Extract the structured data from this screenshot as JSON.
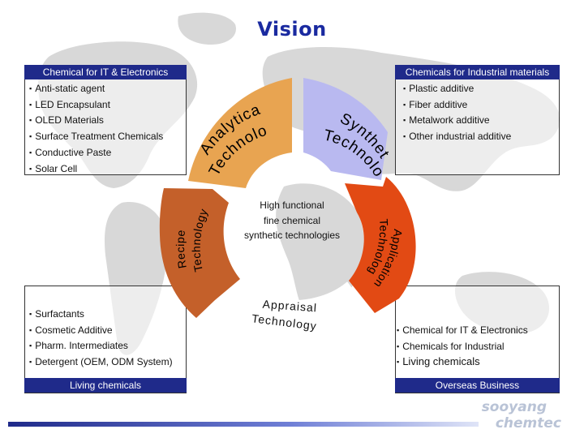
{
  "title": "Vision",
  "boxes": {
    "it_electronics": {
      "header": "Chemical for IT & Electronics",
      "items": [
        "Anti-static agent",
        "LED Encapsulant",
        "OLED Materials",
        "Surface Treatment Chemicals",
        "Conductive Paste",
        "Solar Cell"
      ]
    },
    "industrial": {
      "header": "Chemicals for Industrial materials",
      "items": [
        "Plastic additive",
        "Fiber additive",
        "Metalwork additive",
        "Other industrial additive"
      ]
    },
    "living": {
      "footer": "Living chemicals",
      "items": [
        "Surfactants",
        "Cosmetic Additive",
        "Pharm. Intermediates",
        "Detergent (OEM, ODM System)"
      ]
    },
    "overseas": {
      "footer": "Overseas Business",
      "items": [
        "Chemical for IT & Electronics",
        "Chemicals for Industrial",
        "Living chemicals"
      ]
    }
  },
  "wheel": {
    "center_lines": [
      "High functional",
      "fine chemical",
      "synthetic technologies"
    ],
    "segments": {
      "analytical": {
        "line1": "Analytical",
        "line2": "Technology",
        "color": "#e8a451"
      },
      "synthetic": {
        "line1": "Synthetic",
        "line2": "Technology",
        "color": "#b9b9f0"
      },
      "application": {
        "line1": "Application",
        "line2": "Technology",
        "color": "#e24a14"
      },
      "appraisal": {
        "line1": "Appraisal",
        "line2": "Technology",
        "color": "#ffffff"
      },
      "recipe": {
        "line1": "Recipe",
        "line2": "Technology",
        "color": "#c4602a"
      }
    }
  },
  "logo": {
    "line1": "sooyang",
    "line2": "chemtec"
  },
  "colors": {
    "header_bg": "#1f2a8a",
    "title": "#1a2aa0"
  }
}
